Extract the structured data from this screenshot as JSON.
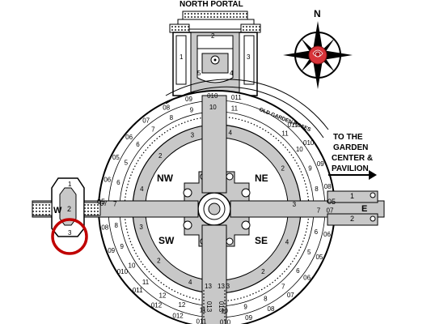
{
  "portal": {
    "label": "NORTH PORTAL",
    "beds": [
      "1",
      "2",
      "3",
      "4",
      "5"
    ]
  },
  "compass": {
    "north": "N",
    "icon": "rose-icon"
  },
  "old_roses": {
    "label": "OLD GARDEN ROSES"
  },
  "direction": {
    "line1": "TO THE",
    "line2": "GARDEN",
    "line3": "CENTER &",
    "line4": "PAVILION"
  },
  "quadrants": {
    "nw": "NW",
    "ne": "NE",
    "sw": "SW",
    "se": "SE"
  },
  "east": {
    "label": "E",
    "paths": [
      "1",
      "2"
    ],
    "ring": "05"
  },
  "west": {
    "label": "W",
    "beds": [
      "1",
      "2",
      "3"
    ],
    "ring": "05"
  },
  "south_path": [
    "13",
    "13",
    "013",
    "013"
  ],
  "ring_labels": {
    "outer": [
      "011",
      "010",
      "09",
      "08",
      "07",
      "06",
      "05",
      "06",
      "07",
      "08",
      "09",
      "010",
      "011",
      "012",
      "012",
      "011",
      "010",
      "09",
      "08",
      "07",
      "06",
      "05",
      "06",
      "07",
      "08",
      "09",
      "010",
      "011"
    ],
    "inner": [
      "11",
      "10",
      "9",
      "8",
      "7",
      "6",
      "5",
      "6",
      "7",
      "8",
      "9",
      "10",
      "11",
      "12",
      "12",
      "11",
      "10",
      "9",
      "8",
      "7",
      "6",
      "5",
      "6",
      "7",
      "8",
      "9",
      "10",
      "11"
    ],
    "center": [
      "4",
      "3",
      "2",
      "4",
      "3",
      "2",
      "4",
      "3",
      "2",
      "4",
      "3",
      "2"
    ]
  },
  "colors": {
    "highlight": "#c00000",
    "rose": "#d9343a",
    "paving": "#c8c8c8",
    "ink": "#000000"
  }
}
